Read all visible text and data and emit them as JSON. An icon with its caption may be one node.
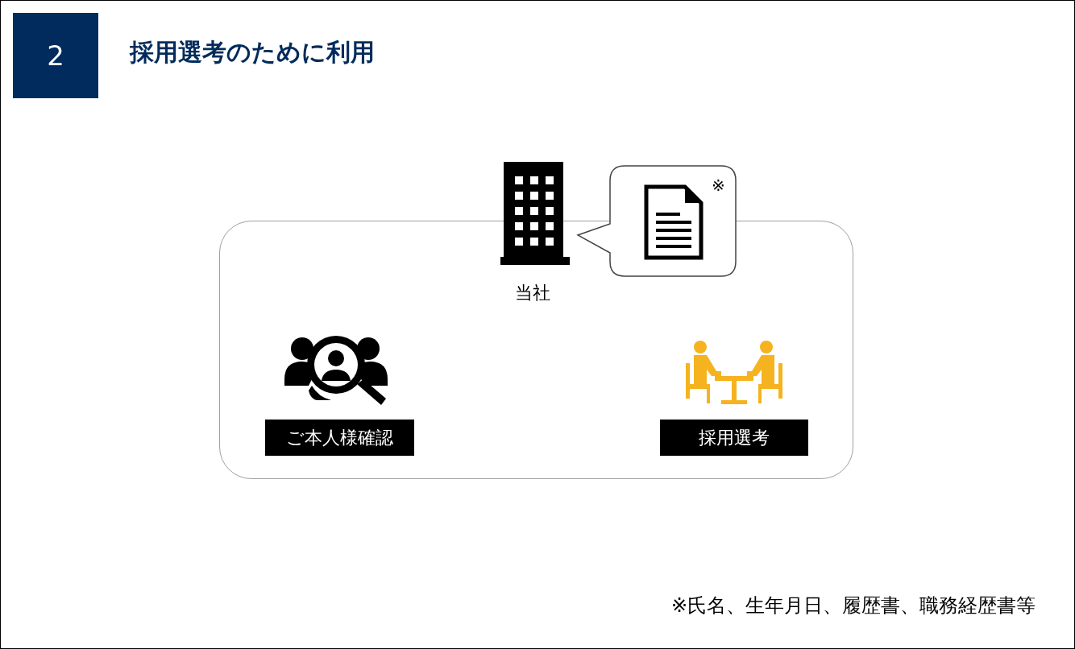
{
  "diagram": {
    "title": "採用選考のために利用",
    "nodes": [
      {
        "text": [
          "2"
        ]
      },
      {
        "text": [],
        "shape": "box"
      },
      {
        "text": [
          "ご本人様確認"
        ],
        "in": 1
      },
      {
        "text": [
          "採用選考"
        ],
        "in": 1
      },
      {
        "text": [
          "※"
        ]
      }
    ],
    "labels": [
      "当社"
    ],
    "caption": "※氏名、生年月日、履歴書、職務経歴書等"
  }
}
